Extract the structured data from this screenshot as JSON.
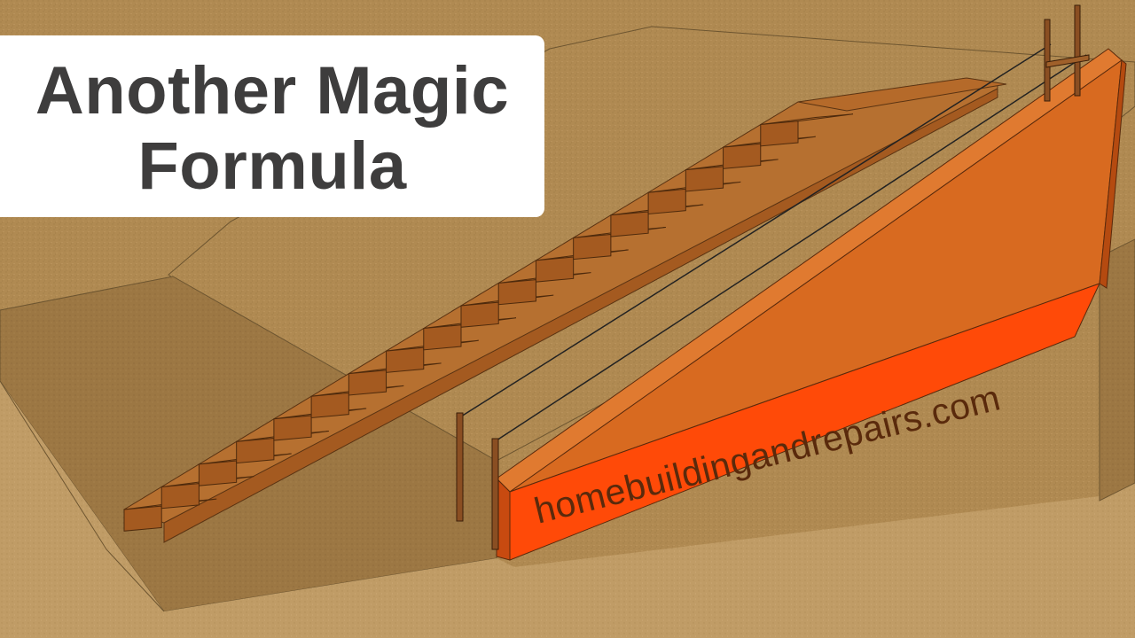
{
  "title": {
    "line1": "Another Magic",
    "line2": "Formula"
  },
  "watermark": {
    "text": "homebuildingandrepairs.com"
  },
  "colors": {
    "ground": "#b08a52",
    "ground_dark": "#9c7743",
    "wood_tread": "#b56a2a",
    "wood_riser": "#a45a20",
    "wood_side": "#c98a4a",
    "form_face": "#d86a20",
    "form_top": "#cc5a14",
    "form_bottom": "#ff4a08",
    "title_text": "#3e3d3d",
    "title_bg": "#ffffff"
  },
  "scene": {
    "stair_steps": 18,
    "stakes": 4
  }
}
